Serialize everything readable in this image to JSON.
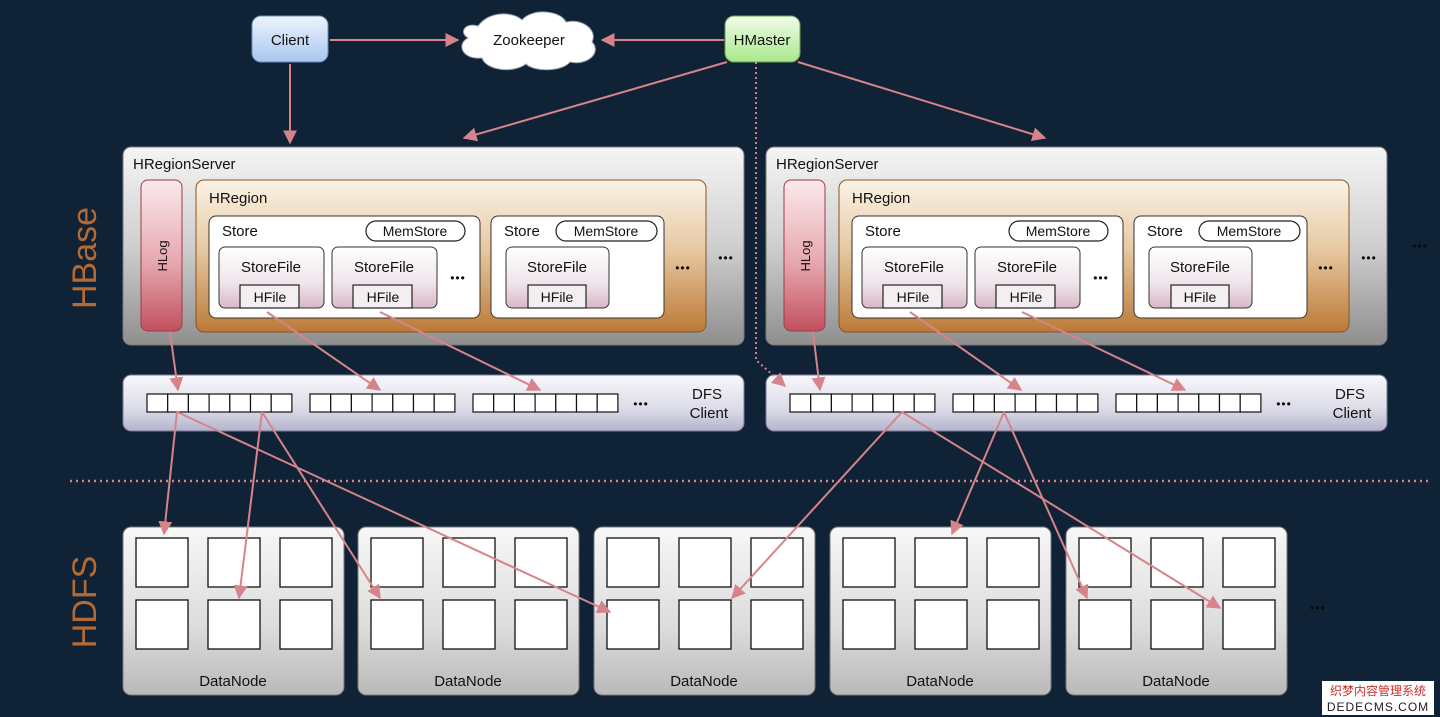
{
  "top": {
    "client": "Client",
    "zookeeper": "Zookeeper",
    "hmaster": "HMaster"
  },
  "side_labels": {
    "hbase": "HBase",
    "hdfs": "HDFS"
  },
  "region_servers": [
    {
      "title": "HRegionServer",
      "hlog": "HLog",
      "region": {
        "title": "HRegion",
        "stores": [
          {
            "label": "Store",
            "memstore": "MemStore",
            "storefiles": [
              {
                "label": "StoreFile",
                "hfile": "HFile"
              },
              {
                "label": "StoreFile",
                "hfile": "HFile"
              }
            ],
            "more": "•••"
          },
          {
            "label": "Store",
            "memstore": "MemStore",
            "storefiles": [
              {
                "label": "StoreFile",
                "hfile": "HFile"
              }
            ]
          }
        ],
        "more": "•••"
      },
      "more": "•••",
      "dfs_client": {
        "line1": "DFS",
        "line2": "Client",
        "more": "•••"
      }
    },
    {
      "title": "HRegionServer",
      "hlog": "HLog",
      "region": {
        "title": "HRegion",
        "stores": [
          {
            "label": "Store",
            "memstore": "MemStore",
            "storefiles": [
              {
                "label": "StoreFile",
                "hfile": "HFile"
              },
              {
                "label": "StoreFile",
                "hfile": "HFile"
              }
            ],
            "more": "•••"
          },
          {
            "label": "Store",
            "memstore": "MemStore",
            "storefiles": [
              {
                "label": "StoreFile",
                "hfile": "HFile"
              }
            ]
          }
        ],
        "more": "•••"
      },
      "more": "•••",
      "dfs_client": {
        "line1": "DFS",
        "line2": "Client",
        "more": "•••"
      }
    }
  ],
  "outer_more": "•••",
  "datanodes": [
    {
      "label": "DataNode"
    },
    {
      "label": "DataNode"
    },
    {
      "label": "DataNode"
    },
    {
      "label": "DataNode"
    },
    {
      "label": "DataNode"
    }
  ],
  "datanodes_more": "•••",
  "watermark": {
    "line1": "织梦内容管理系统",
    "line2": "DEDECMS.COM"
  },
  "colors": {
    "background": "#0f2236",
    "arrow": "#d6848a",
    "hbase_label": "#b46a32",
    "hmaster_fill": "#b8ee9f",
    "client_fill": "#b7d1f5",
    "region_fill": "#c88a44",
    "hlog_fill": "#c2505e"
  }
}
